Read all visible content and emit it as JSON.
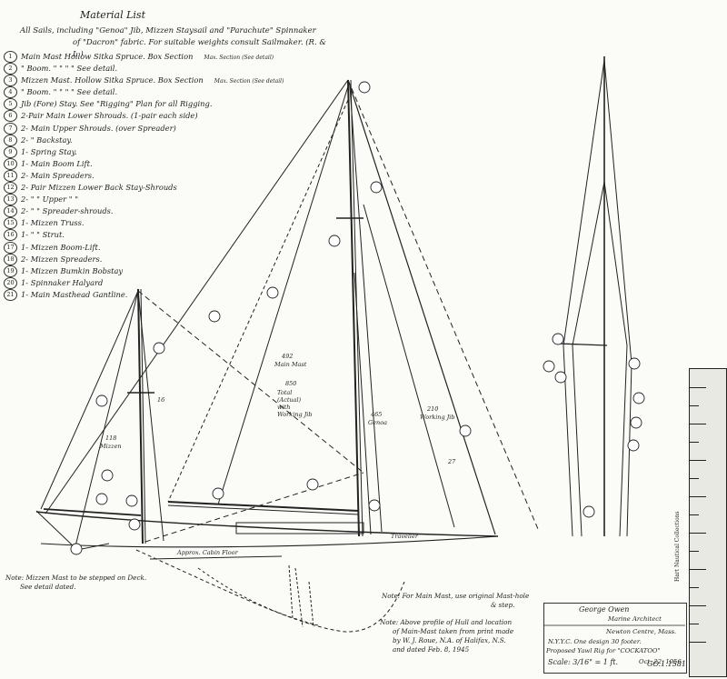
{
  "header": {
    "title": "Material List",
    "intro_line1": "All Sails, including \"Genoa\" Jib, Mizzen Staysail and \"Parachute\" Spinnaker",
    "intro_line2": "of \"Dacron\" fabric. For suitable weights consult Sailmaker. (R. & L.)"
  },
  "material_list": [
    {
      "n": "1",
      "text": "Main Mast Hollow Sitka Spruce. Box Section",
      "note": "Max. Section (See detail)"
    },
    {
      "n": "2",
      "text": "\"  Boom.  \"      \"      \"      \"      See detail.",
      "note": ""
    },
    {
      "n": "3",
      "text": "Mizzen Mast. Hollow Sitka Spruce. Box Section",
      "note": "Max. Section (See detail)"
    },
    {
      "n": "4",
      "text": "\"  Boom.   \"      \"      \"      \"   See detail.",
      "note": ""
    },
    {
      "n": "5",
      "text": "Jib (Fore) Stay. See \"Rigging\" Plan for all Rigging.",
      "note": ""
    },
    {
      "n": "6",
      "text": "2-Pair Main Lower Shrouds. (1-pair each side)",
      "note": ""
    },
    {
      "n": "7",
      "text": "2- Main Upper Shrouds. (over Spreader)",
      "note": ""
    },
    {
      "n": "8",
      "text": "2-  \" Backstay.",
      "note": ""
    },
    {
      "n": "9",
      "text": "1- Spring Stay.",
      "note": ""
    },
    {
      "n": "10",
      "text": "1- Main Boom Lift.",
      "note": ""
    },
    {
      "n": "11",
      "text": "2- Main Spreaders.",
      "note": ""
    },
    {
      "n": "12",
      "text": "2- Pair Mizzen Lower Back Stay-Shrouds",
      "note": ""
    },
    {
      "n": "13",
      "text": "2-  \"    \"   Upper  \"   \"",
      "note": ""
    },
    {
      "n": "14",
      "text": "2-  \"    \"   Spreader-shrouds.",
      "note": ""
    },
    {
      "n": "15",
      "text": "1- Mizzen Truss.",
      "note": ""
    },
    {
      "n": "16",
      "text": "1-  \"    \"   Strut.",
      "note": ""
    },
    {
      "n": "17",
      "text": "1- Mizzen Boom-Lift.",
      "note": ""
    },
    {
      "n": "18",
      "text": "2- Mizzen Spreaders.",
      "note": ""
    },
    {
      "n": "19",
      "text": "1- Mizzen Bumkin Bobstay",
      "note": ""
    },
    {
      "n": "20",
      "text": "1- Spinnaker Halyard",
      "note": ""
    },
    {
      "n": "21",
      "text": "1- Main Masthead Gantline.",
      "note": ""
    }
  ],
  "sail_labels": {
    "mizzen": "Mizzen",
    "main_mast": "Main Mast",
    "genoa": "Genoa",
    "working_jib": "Working Jib",
    "total": "Total (Actual) with Working Jib",
    "mizzen_area": "118",
    "main_area": "492",
    "total_area": "850",
    "genoa_area": "465",
    "jib_area": "210",
    "dim_16": "16",
    "dim_27": "27",
    "floor": "Approx. Cabin Floor",
    "traveller": "Traveller"
  },
  "notes": {
    "mizzen_note_1": "Note: Mizzen Mast to be stepped on Deck.",
    "mizzen_note_2": "See detail dated.",
    "mainmast_note_1": "Note: For Main Mast, use original Mast-hole",
    "mainmast_note_2": "& step.",
    "profile_note_1": "Note: Above profile of Hull and location",
    "profile_note_2": "of Main-Mast taken from print made",
    "profile_note_3": "by W. J. Roue, N.A. of Halifax, N.S.",
    "profile_note_4": "and dated Feb. 8, 1945"
  },
  "title_block": {
    "name": "George Owen",
    "role": "Marine Architect",
    "location": "Newton Centre, Mass.",
    "club": "N.Y.Y.C. One design 30 footer.",
    "project": "Proposed Yawl Rig for \"COCKATOO\"",
    "scale": "Scale: 3/16\" = 1 ft.",
    "date": "Oct. 22, 1956."
  },
  "stamp": "Hart Nautical Collections",
  "catalog": "GO.1.1581"
}
